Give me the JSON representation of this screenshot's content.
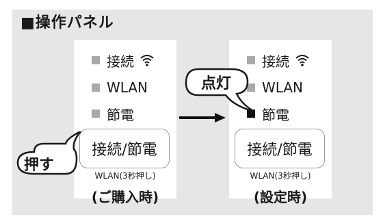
{
  "title": "■操作パネル",
  "panels": {
    "before": {
      "leds": [
        {
          "label": "接続",
          "state": "off",
          "icon": "wifi-icon"
        },
        {
          "label": "WLAN",
          "state": "off"
        },
        {
          "label": "節電",
          "state": "off"
        }
      ],
      "button_label": "接続/節電",
      "button_sub_label": "WLAN(3秒押し)",
      "caption": "(ご購入時)"
    },
    "after": {
      "leds": [
        {
          "label": "接続",
          "state": "off",
          "icon": "wifi-icon"
        },
        {
          "label": "WLAN",
          "state": "off"
        },
        {
          "label": "節電",
          "state": "on"
        }
      ],
      "button_label": "接続/節電",
      "button_sub_label": "WLAN(3秒押し)",
      "caption": "(設定時)"
    }
  },
  "callouts": {
    "press": "押す",
    "lit": "点灯"
  },
  "colors": {
    "background": "#e6e6e6",
    "panel": "#ffffff",
    "led_off": "#a9a9a9",
    "led_on": "#111111"
  }
}
